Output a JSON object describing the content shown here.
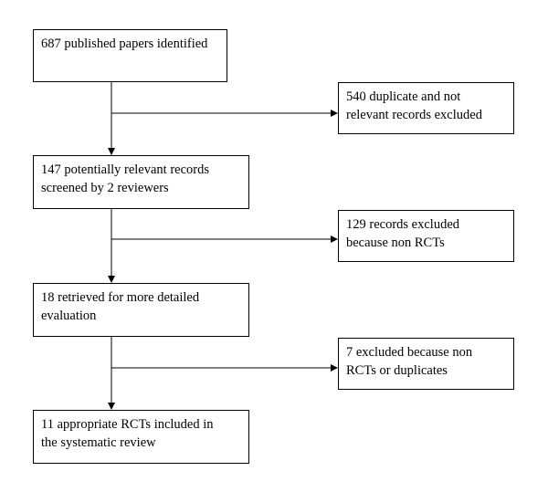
{
  "flowchart": {
    "main_steps": [
      "687 published papers identified",
      "147 potentially relevant records\nscreened by 2 reviewers",
      "18 retrieved for more detailed\nevaluation",
      "11 appropriate RCTs included in\nthe systematic review"
    ],
    "exclusions": [
      "540 duplicate and not\nrelevant records excluded",
      "129 records excluded\nbecause non RCTs",
      "7 excluded because non\nRCTs or duplicates"
    ]
  }
}
